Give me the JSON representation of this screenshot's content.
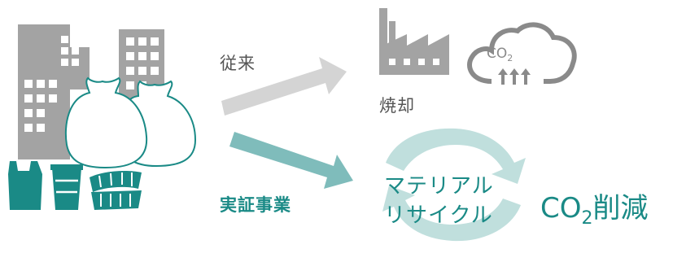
{
  "labels": {
    "conventional": "従来",
    "incineration": "焼却",
    "demonstration": "実証事業",
    "recycle_line1": "マテリアル",
    "recycle_line2": "リサイクル",
    "reduction_prefix": "CO",
    "reduction_sub": "2",
    "reduction_suffix": "削減",
    "cloud_text": "CO",
    "cloud_sub": "2"
  },
  "colors": {
    "gray": "#a3a3a3",
    "teal": "#1a8a86",
    "teal_light": "#7fbcbb",
    "recycle_ring": "#c0dfdd"
  },
  "icons": {
    "buildings": "buildings-icon",
    "garbage_bags": "garbage-bags-icon",
    "plastic_items": "plastic-items-icon",
    "factory": "factory-icon",
    "cloud": "co2-cloud-icon",
    "recycle": "recycle-arrows-icon"
  }
}
